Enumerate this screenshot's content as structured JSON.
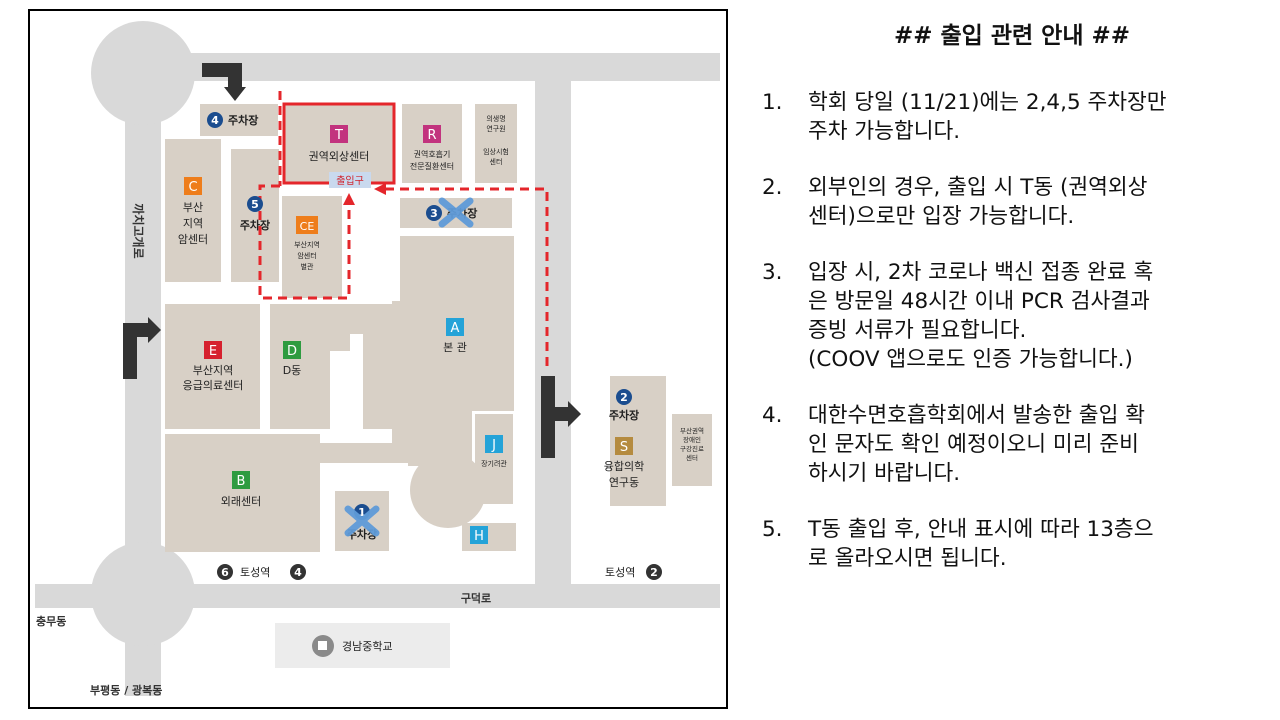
{
  "guide": {
    "title": "## 출입 관련 안내 ##",
    "items": [
      {
        "num": "1.",
        "text": "학회 당일 (11/21)에는 2,4,5 주차장만\n주차 가능합니다."
      },
      {
        "num": "2.",
        "text": "외부인의 경우, 출입 시 T동 (권역외상\n센터)으로만 입장 가능합니다."
      },
      {
        "num": "3.",
        "text": "입장 시, 2차 코로나 백신 접종 완료 혹\n은 방문일 48시간 이내 PCR 검사결과\n증빙 서류가 필요합니다.\n(COOV 앱으로도 인증 가능합니다.)"
      },
      {
        "num": "4.",
        "text": "대한수면호흡학회에서 발송한 출입 확\n인 문자도 확인 예정이오니 미리 준비\n하시기 바랍니다."
      },
      {
        "num": "5.",
        "text": "T동 출입 후, 안내 표시에 따라 13층으\n로 올라오시면 됩니다."
      }
    ]
  },
  "map": {
    "roads": {
      "left": "까치고개로",
      "bottom": "구덕로",
      "chungmu": "충무동",
      "bupyeong": "부평동 / 광복동"
    },
    "buildings": {
      "T": {
        "letter": "T",
        "name": "권역외상센터",
        "entrance": "출입구"
      },
      "R": {
        "letter": "R",
        "line1": "권역호흡기",
        "line2": "전문질환센터"
      },
      "research": {
        "line1": "의생명",
        "line2": "연구원"
      },
      "clinical": {
        "line1": "임상시험",
        "line2": "센터"
      },
      "C": {
        "letter": "C",
        "line1": "부산",
        "line2": "지역",
        "line3": "암센터"
      },
      "CE": {
        "letter": "CE",
        "line1": "부산지역",
        "line2": "암센터",
        "line3": "별관"
      },
      "E": {
        "letter": "E",
        "line1": "부산지역",
        "line2": "응급의료센터"
      },
      "D": {
        "letter": "D",
        "name": "D동"
      },
      "A": {
        "letter": "A",
        "name": "본 관"
      },
      "J": {
        "letter": "J",
        "name": "장기려관"
      },
      "H": {
        "letter": "H"
      },
      "B": {
        "letter": "B",
        "name": "외래센터"
      },
      "S": {
        "letter": "S",
        "line1": "융합의학",
        "line2": "연구동"
      },
      "rehab": {
        "line1": "부산권역",
        "line2": "장애인",
        "line3": "구강진료",
        "line4": "센터"
      }
    },
    "parking": {
      "p4": {
        "num": "4",
        "label": "주차장"
      },
      "p5": {
        "num": "5",
        "label": "주차장"
      },
      "p3": {
        "num": "3",
        "label": "주차장",
        "closed": true
      },
      "p2": {
        "num": "2",
        "label": "주차장"
      },
      "p1": {
        "num": "1",
        "label": "주차장",
        "closed": true
      }
    },
    "stations": {
      "left": {
        "line": "6",
        "name": "토성역",
        "exit": "4"
      },
      "right": {
        "name": "토성역",
        "exit": "2"
      }
    },
    "school": {
      "name": "경남중학교"
    }
  },
  "colors": {
    "road": "#d9d9d9",
    "building": "#d8d0c6",
    "route": "#e4262b",
    "parking_badge": "#1b4d8f",
    "closed_mark": "#5f9bd8",
    "T": "#c2337e",
    "R": "#c2337e",
    "C": "#ee7d1b",
    "CE": "#ee7d1b",
    "E": "#d6212e",
    "D": "#2e9b40",
    "A": "#24a3d8",
    "J": "#24a3d8",
    "H": "#24a3d8",
    "B": "#2e9b40",
    "S": "#b58b3f"
  }
}
